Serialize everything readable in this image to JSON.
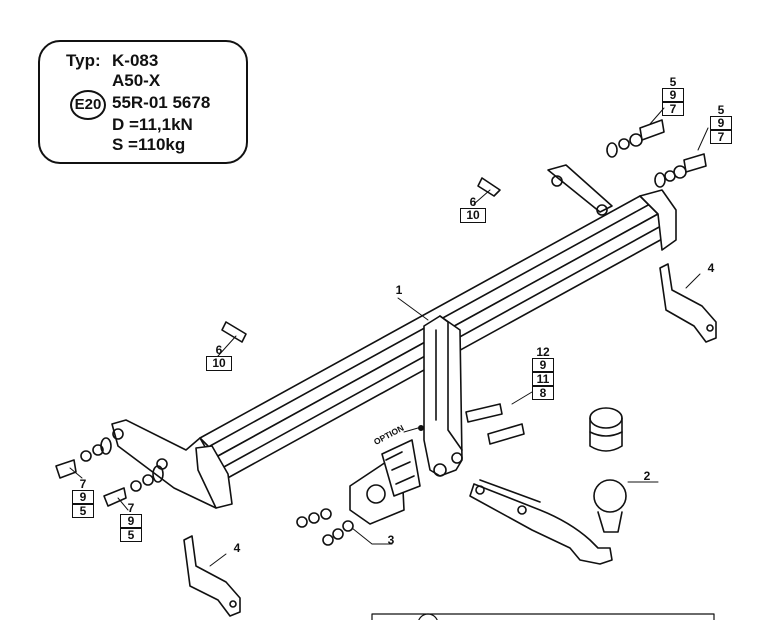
{
  "typ_plate": {
    "typ_label": "Typ:",
    "model": "K-083",
    "variant": "A50-X",
    "approval_mark": "E20",
    "approval_number": "55R-01 5678",
    "d_value": "D =11,1kN",
    "s_value": "S =110kg"
  },
  "parts": {
    "p1": "1",
    "p2": "2",
    "p3": "3",
    "p4a": "4",
    "p4b": "4"
  },
  "callouts": {
    "top_right_a": [
      "5",
      "9",
      "7"
    ],
    "top_right_b": [
      "5",
      "9",
      "7"
    ],
    "upper_mid": [
      "6",
      "10"
    ],
    "left_mid": [
      "6",
      "10"
    ],
    "left_low_a": [
      "7",
      "9",
      "5"
    ],
    "left_low_b": [
      "7",
      "9",
      "5"
    ],
    "mid_right": [
      "12",
      "9",
      "11",
      "8"
    ]
  },
  "option_label": "OPTION"
}
